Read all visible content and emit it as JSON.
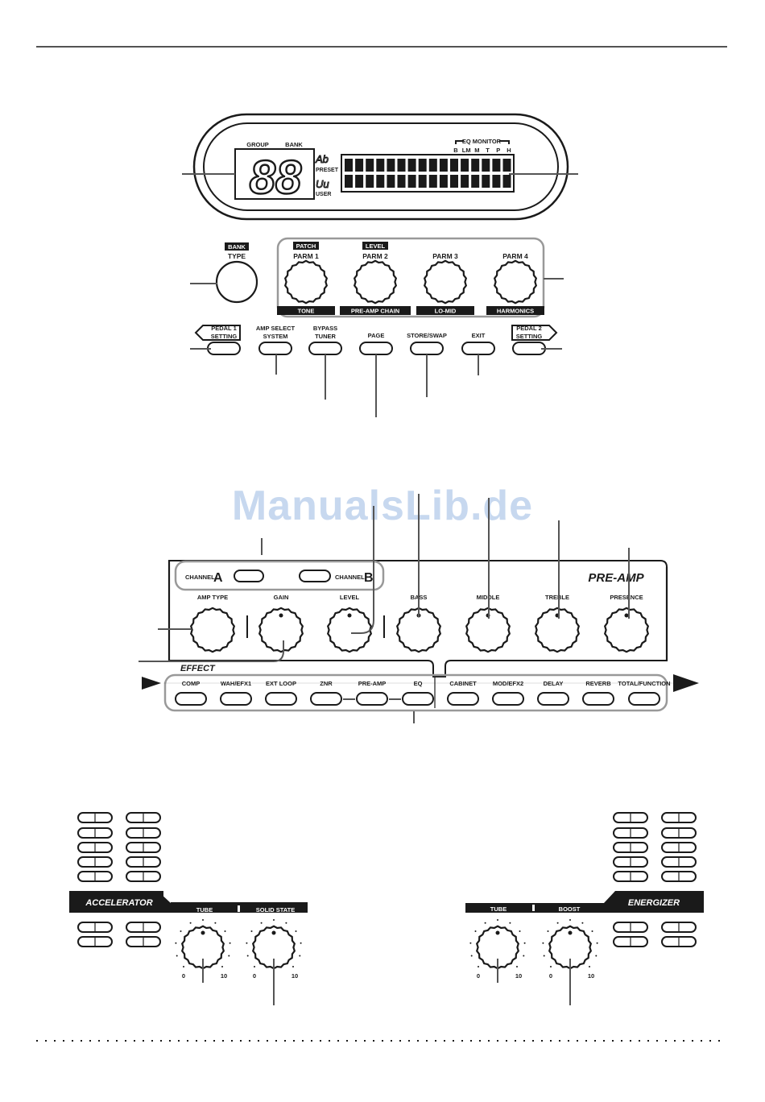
{
  "display": {
    "group": "GROUP",
    "bank": "BANK",
    "digits": "88",
    "preset_glyph": "Ab",
    "preset": "PRESET",
    "user_glyph": "Uu",
    "user": "USER",
    "eq_monitor": "EQ MONITOR",
    "eq_bands": [
      "B",
      "LM",
      "M",
      "T",
      "P",
      "H"
    ]
  },
  "top_controls": {
    "type_tag": "BANK",
    "type": "TYPE",
    "parms": [
      {
        "tag": "PATCH",
        "label": "PARM 1",
        "sub": "TONE"
      },
      {
        "tag": "LEVEL",
        "label": "PARM 2",
        "sub": "PRE-AMP CHAIN"
      },
      {
        "tag": "",
        "label": "PARM 3",
        "sub": "LO-MID"
      },
      {
        "tag": "",
        "label": "PARM 4",
        "sub": "HARMONICS"
      }
    ]
  },
  "top_buttons": [
    {
      "line1": "PEDAL 1",
      "line2": "SETTING"
    },
    {
      "line1": "AMP SELECT",
      "line2": "SYSTEM"
    },
    {
      "line1": "BYPASS",
      "line2": "TUNER"
    },
    {
      "line1": "PAGE",
      "line2": ""
    },
    {
      "line1": "STORE/SWAP",
      "line2": ""
    },
    {
      "line1": "EXIT",
      "line2": ""
    },
    {
      "line1": "PEDAL 2",
      "line2": "SETTING"
    }
  ],
  "watermark": "ManualsLib.de",
  "preamp": {
    "title": "PRE-AMP",
    "channel_a": "CHANNEL",
    "channel_a_letter": "A",
    "channel_b": "CHANNEL",
    "channel_b_letter": "B",
    "knobs": [
      "AMP TYPE",
      "GAIN",
      "LEVEL",
      "BASS",
      "MIDDLE",
      "TREBLE",
      "PRESENCE"
    ],
    "effect": "EFFECT",
    "effects": [
      "COMP",
      "WAH/EFX1",
      "EXT LOOP",
      "ZNR",
      "PRE-AMP",
      "EQ",
      "CABINET",
      "MOD/EFX2",
      "DELAY",
      "REVERB",
      "TOTAL/FUNCTION"
    ]
  },
  "accelerator": {
    "title": "ACCELERATOR",
    "knob1": "TUBE",
    "knob2": "SOLID STATE",
    "min": "0",
    "max": "10"
  },
  "energizer": {
    "title": "ENERGIZER",
    "knob1": "TUBE",
    "knob2": "BOOST",
    "min": "0",
    "max": "10"
  }
}
